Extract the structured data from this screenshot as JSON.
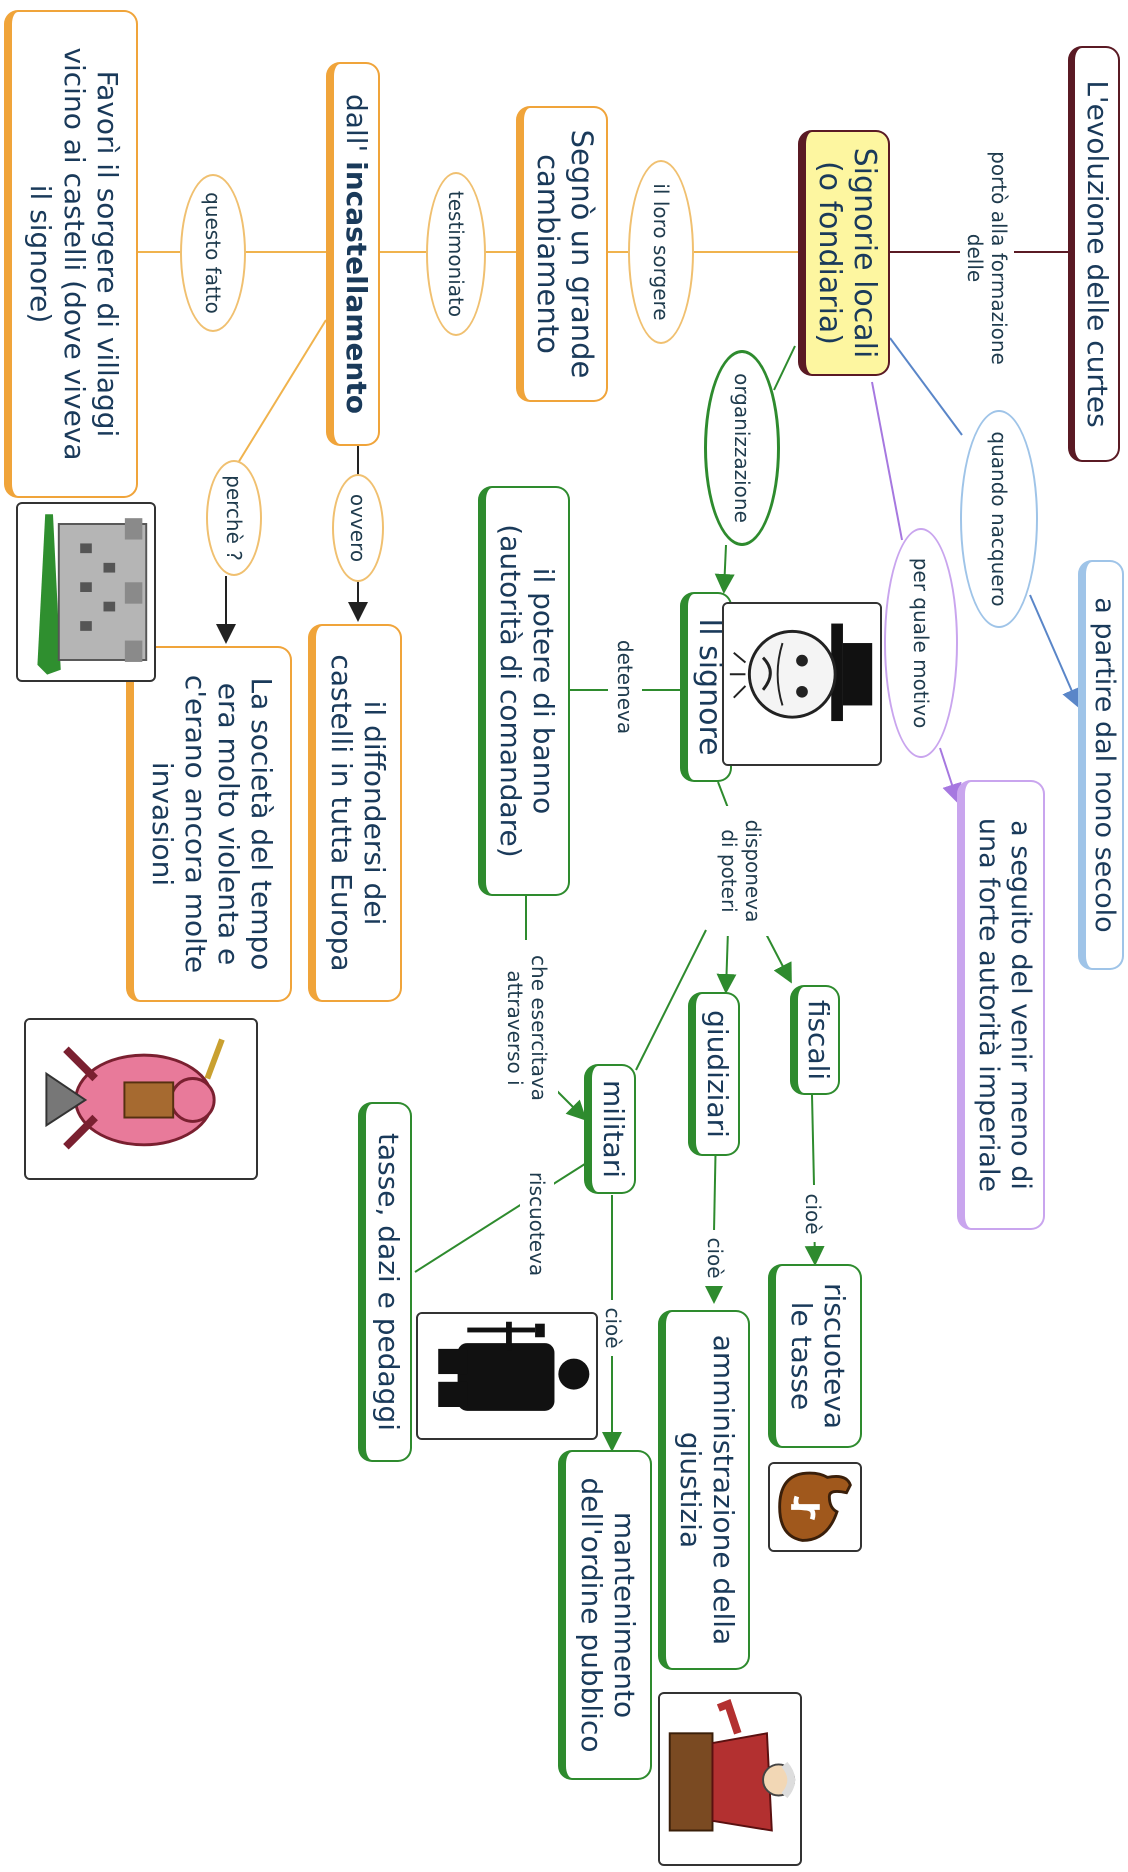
{
  "nodes": {
    "title": "L'evoluzione delle curtes",
    "signorie": "Signorie locali\n(o fondiaria)",
    "nono_secolo": "a partire dal nono secolo",
    "autorita": "a seguito del venir meno di\nuna forte autorità imperiale",
    "cambiamento": "Segnò un grande\ncambiamento",
    "incastellamento_prefix": "dall' ",
    "incastellamento_bold": "incastellamento",
    "villaggi": "Favorì il sorgere di villaggi\nvicino ai castelli (dove viveva\nil signore)",
    "diffondersi": "il diffondersi dei\ncastelli in tutta Europa",
    "societa": "La società del tempo\nera molto violenta e\nc'erano ancora molte\ninvasioni",
    "signore": "Il signore",
    "potere_banno": "il potere di banno\n(autorità di comandare)",
    "fiscali": "fiscali",
    "giudiziari": "giudiziari",
    "militari": "militari",
    "tasse_riscuoteva": "riscuoteva\nle tasse",
    "giustizia": "amministrazione della\ngiustizia",
    "ordine": "mantenimento\ndell'ordine pubblico",
    "tasse_dazi": "tasse, dazi e pedaggi"
  },
  "labels": {
    "porto": "portò alla formazione\ndelle",
    "quando": "quando nacquero",
    "motivo": "per quale motivo",
    "organizzazione": "organizzazione",
    "loro_sorgere": "il loro sorgere",
    "testimoniato": "testimoniato",
    "questo_fatto": "questo fatto",
    "ovvero": "ovvero",
    "perche": "perchè ?",
    "deteneva": "deteneva",
    "disponeva": "disponeva\ndi poteri",
    "cioe1": "cioè",
    "cioe2": "cioè",
    "cioe3": "cioè",
    "che_esercitava": "che esercitava\nattraverso i",
    "riscuoteva": "riscuoteva"
  },
  "images": {
    "castle": "castle-icon",
    "face": "top-hat-face-icon",
    "warrior": "warrior-icon",
    "money": "money-bag-icon",
    "knight": "knight-silhouette-icon",
    "judge": "judge-icon"
  },
  "colors": {
    "dark": "#5a1a24",
    "blue": "#9fc4e8",
    "purple": "#c9a5ee",
    "green": "#2e8b2e",
    "orange": "#f0a43a",
    "yellow": "#fdf6a0",
    "text": "#1a3a5a"
  }
}
